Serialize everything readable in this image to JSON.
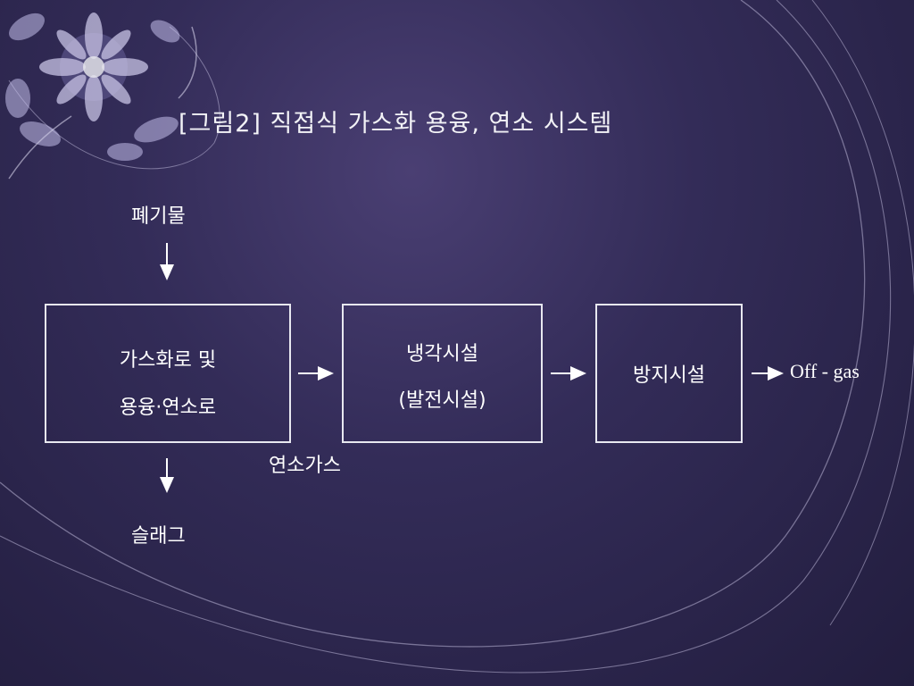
{
  "title": "[그림2] 직접식 가스화 용융, 연소 시스템",
  "input_label": "폐기물",
  "box1": {
    "line1": "가스화로  및",
    "line2": "용융·연소로"
  },
  "box2": {
    "line1": "냉각시설",
    "line2": "(발전시설)"
  },
  "box3": {
    "line1": "방지시설"
  },
  "combustion_gas_label": "연소가스",
  "output_label": "Off  - gas",
  "slag_label": "슬래그"
}
